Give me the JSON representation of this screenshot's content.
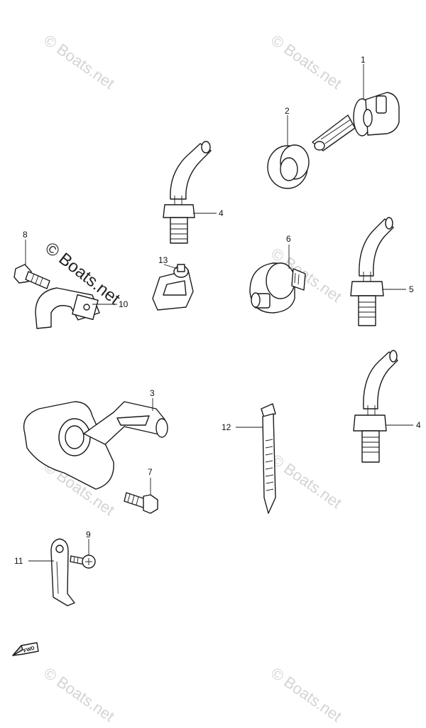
{
  "watermark": {
    "text": "© Boats.net",
    "overlay_text": "© Boats.net"
  },
  "fwd_label": "FWD",
  "callouts": {
    "c1": "1",
    "c2": "2",
    "c3": "3",
    "c4a": "4",
    "c4b": "4",
    "c5": "5",
    "c6": "6",
    "c7": "7",
    "c8": "8",
    "c9": "9",
    "c10": "10",
    "c11": "11",
    "c12": "12",
    "c13": "13"
  }
}
